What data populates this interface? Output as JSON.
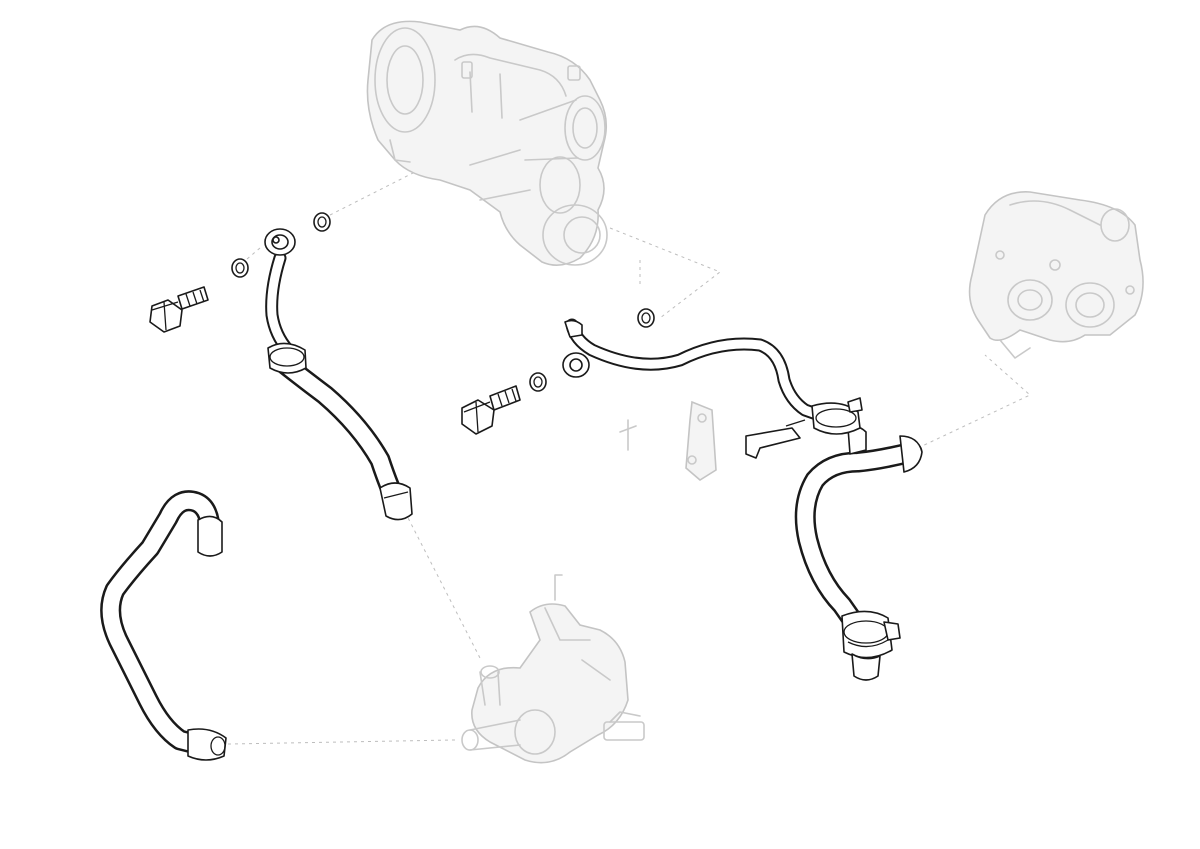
{
  "diagram": {
    "components": [
      {
        "id": "turbocharger",
        "style": "ghosted"
      },
      {
        "id": "thermostat-housing",
        "style": "ghosted"
      },
      {
        "id": "auxiliary-water-pump",
        "style": "ghosted"
      },
      {
        "id": "coolant-feed-line",
        "style": "highlighted"
      },
      {
        "id": "coolant-return-line",
        "style": "highlighted"
      },
      {
        "id": "coolant-hose-upper",
        "style": "highlighted"
      },
      {
        "id": "coolant-hose-lower",
        "style": "highlighted"
      },
      {
        "id": "banjo-bolt",
        "count": 2
      },
      {
        "id": "sealing-ring",
        "count": 4
      },
      {
        "id": "bracket",
        "style": "ghosted"
      },
      {
        "id": "hose-clamp",
        "count": 2
      }
    ],
    "colors": {
      "line": "#1a1a1a",
      "ghost": "#c4c4c4",
      "leader": "#bdbdbd",
      "background": "#ffffff"
    }
  }
}
